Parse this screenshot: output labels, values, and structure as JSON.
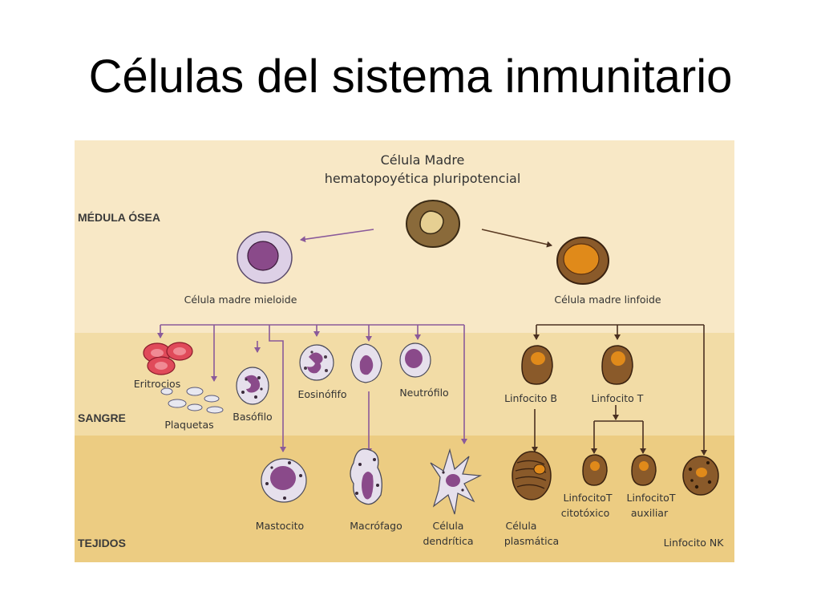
{
  "title": "Células del sistema inmunitario",
  "zones": {
    "bone_marrow": "MÉDULA ÓSEA",
    "blood": "SANGRE",
    "tissues": "TEJIDOS"
  },
  "cells": {
    "stem_line1": "Célula Madre",
    "stem_line2": "hematopoyética pluripotencial",
    "myeloid": "Célula madre mieloide",
    "lymphoid": "Célula madre linfoide",
    "erythrocytes": "Eritrocios",
    "platelets": "Plaquetas",
    "basophil": "Basófilo",
    "eosinophil": "Eosinófifo",
    "neutrophil": "Neutrófilo",
    "b_lymphocyte": "Linfocito B",
    "t_lymphocyte": "Linfocito T",
    "mast_cell": "Mastocito",
    "macrophage": "Macrófago",
    "dendritic_line1": "Célula",
    "dendritic_line2": "dendrítica",
    "plasma_line1": "Célula",
    "plasma_line2": "plasmática",
    "cytotoxic_line1": "LinfocitoT",
    "cytotoxic_line2": "citotóxico",
    "helper_line1": "LinfocitoT",
    "helper_line2": "auxiliar",
    "nk": "Linfocito NK"
  },
  "colors": {
    "bone_marrow_bg": "#f8e8c6",
    "blood_bg": "#f2dca6",
    "tissues_bg": "#eccc82",
    "myeloid_arrow": "#8a5a9a",
    "lymphoid_arrow": "#5a3a22"
  }
}
